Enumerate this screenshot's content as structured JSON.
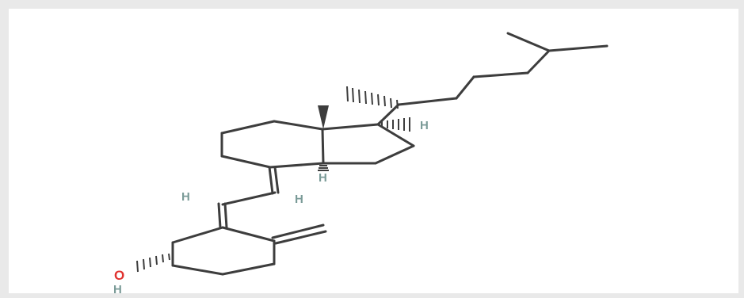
{
  "molecule": {
    "atom_labels": {
      "h_side_chain": "H",
      "h_ring_junction": "H",
      "h_vinyl_upper": "H",
      "h_vinyl_lower": "H",
      "h_hydroxyl": "H",
      "oxygen": "O"
    },
    "colors": {
      "bond": "#3d3d3d",
      "hydrogen": "#7b9b98",
      "oxygen": "#e0322f",
      "background": "#ffffff"
    }
  }
}
